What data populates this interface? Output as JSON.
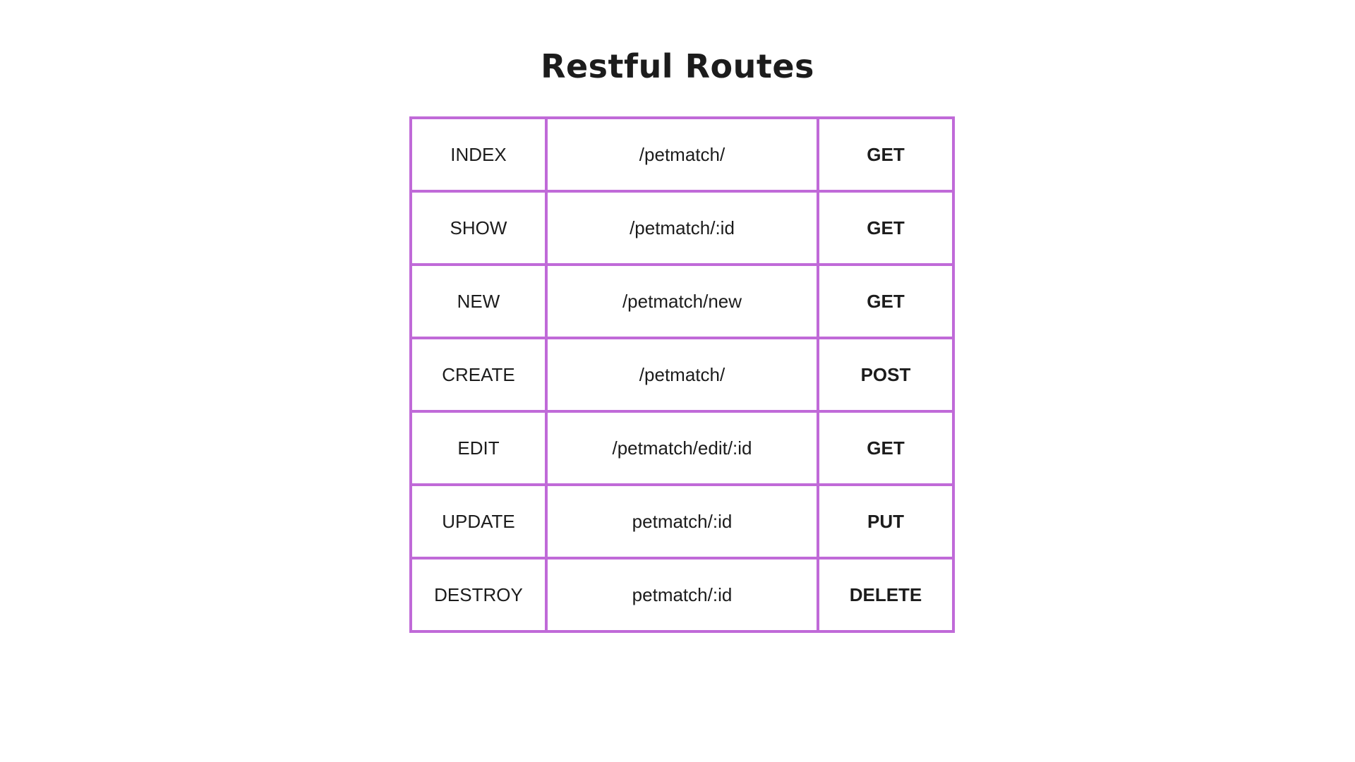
{
  "title": "Restful Routes",
  "colors": {
    "border": "#c06ad8",
    "text": "#1c1c1c",
    "background": "#ffffff"
  },
  "routes": [
    {
      "name": "INDEX",
      "path": "/petmatch/",
      "verb": "GET"
    },
    {
      "name": "SHOW",
      "path": "/petmatch/:id",
      "verb": "GET"
    },
    {
      "name": "NEW",
      "path": "/petmatch/new",
      "verb": "GET"
    },
    {
      "name": "CREATE",
      "path": "/petmatch/",
      "verb": "POST"
    },
    {
      "name": "EDIT",
      "path": "/petmatch/edit/:id",
      "verb": "GET"
    },
    {
      "name": "UPDATE",
      "path": "petmatch/:id",
      "verb": "PUT"
    },
    {
      "name": "DESTROY",
      "path": "petmatch/:id",
      "verb": "DELETE"
    }
  ]
}
